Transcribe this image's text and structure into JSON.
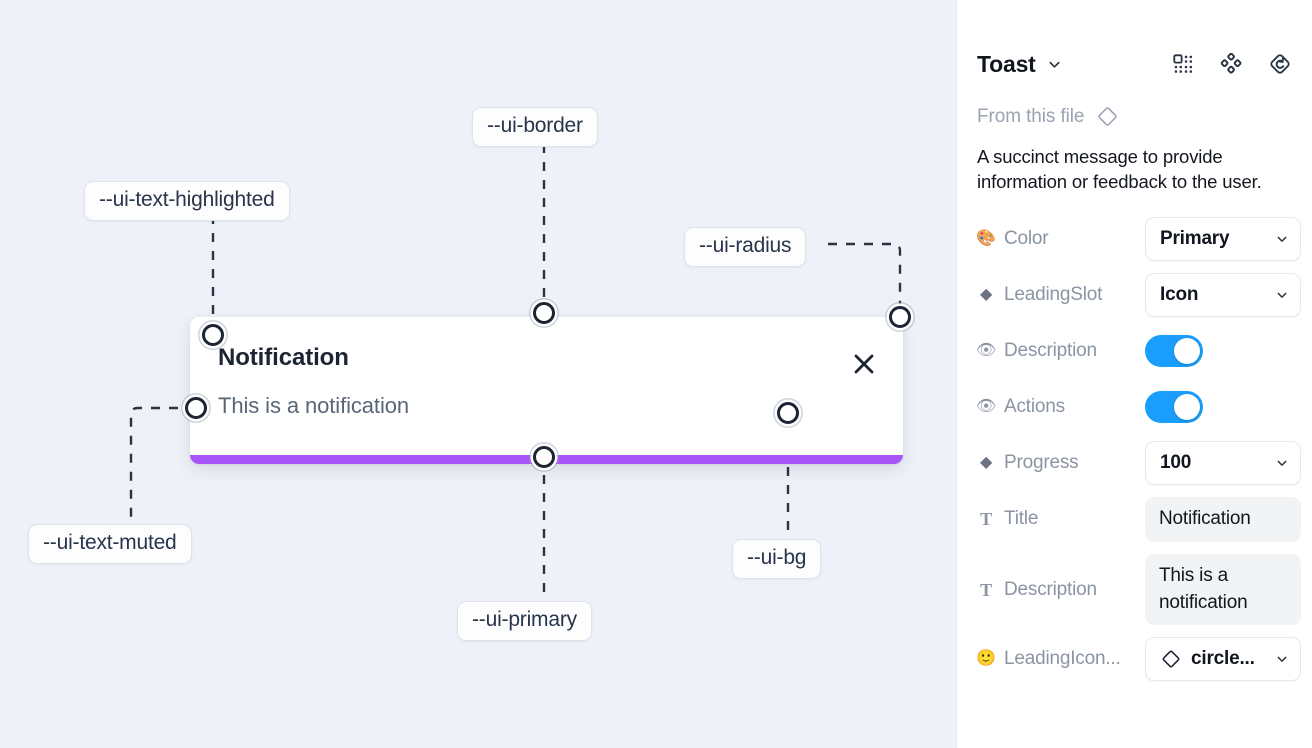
{
  "canvas": {
    "background_color": "#eef1f7",
    "toast": {
      "title": "Notification",
      "description": "This is a notification",
      "close_icon": "close-x-icon",
      "progress_color": "#a855f7",
      "background_color": "#ffffff"
    },
    "token_labels": [
      {
        "name": "--ui-text-highlighted"
      },
      {
        "name": "--ui-border"
      },
      {
        "name": "--ui-radius"
      },
      {
        "name": "--ui-text-muted"
      },
      {
        "name": "--ui-primary"
      },
      {
        "name": "--ui-bg"
      }
    ]
  },
  "panel": {
    "title": "Toast",
    "title_caret_icon": "chevron-down-icon",
    "header_icons": [
      {
        "name": "component-set-icon"
      },
      {
        "name": "variants-cluster-icon"
      },
      {
        "name": "reset-instance-icon"
      }
    ],
    "from_this_file": {
      "label": "From this file",
      "icon": "diamond-component-icon"
    },
    "description": "A succinct message to provide information or feedback to the user.",
    "properties": [
      {
        "icon": "palette-emoji",
        "glyph": "🎨",
        "label": "Color",
        "control": "select",
        "value": "Primary"
      },
      {
        "icon": "diamond-emoji",
        "glyph": "◆",
        "label": "LeadingSlot",
        "control": "select",
        "value": "Icon"
      },
      {
        "icon": "eye-emoji",
        "glyph": "👁",
        "label": "Description",
        "control": "toggle",
        "value": "on"
      },
      {
        "icon": "eye-emoji",
        "glyph": "👁",
        "label": "Actions",
        "control": "toggle",
        "value": "on"
      },
      {
        "icon": "diamond-emoji",
        "glyph": "◆",
        "label": "Progress",
        "control": "select",
        "value": "100"
      },
      {
        "icon": "text-t-icon",
        "glyph": "T",
        "label": "Title",
        "control": "textfield",
        "value": "Notification"
      },
      {
        "icon": "text-t-icon",
        "glyph": "T",
        "label": "Description",
        "control": "textfield",
        "value": "This is a notification"
      },
      {
        "icon": "smiley-emoji",
        "glyph": "🙂",
        "label": "LeadingIcon...",
        "control": "select-with-icon",
        "value": "circle..."
      }
    ],
    "toggle_on_color": "#1a9dfc"
  }
}
